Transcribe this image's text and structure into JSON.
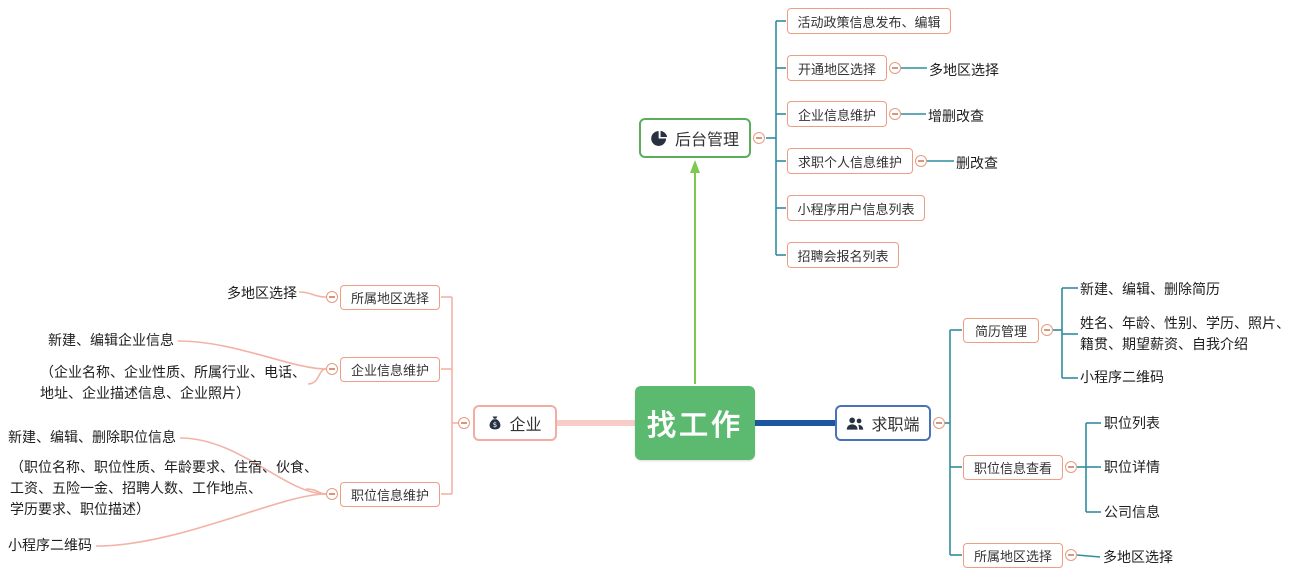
{
  "colors": {
    "root_bg": "#5cba70",
    "root_text": "#ffffff",
    "admin_border": "#5aad5a",
    "admin_arrow": "#7ec94f",
    "enterprise_border": "#f3aca2",
    "enterprise_link_thick": "#f8cdc9",
    "enterprise_link_thin": "#f2b3a7",
    "seeker_border": "#4a72b8",
    "seeker_link_thick": "#1d55a0",
    "teal_link": "#2f8ea0",
    "sub_node_border": "#ef9c82",
    "text": "#1e1e1e"
  },
  "root": {
    "label": "找工作"
  },
  "admin": {
    "label": "后台管理",
    "children": [
      {
        "label": "活动政策信息发布、编辑"
      },
      {
        "label": "开通地区选择",
        "leaf": "多地区选择"
      },
      {
        "label": "企业信息维护",
        "leaf": "增删改查"
      },
      {
        "label": "求职个人信息维护",
        "leaf": "删改查"
      },
      {
        "label": "小程序用户信息列表"
      },
      {
        "label": "招聘会报名列表"
      }
    ]
  },
  "enterprise": {
    "label": "企业",
    "children": [
      {
        "label": "所属地区选择",
        "leaves": [
          "多地区选择"
        ]
      },
      {
        "label": "企业信息维护",
        "leaves": [
          "新建、编辑企业信息",
          "（企业名称、企业性质、所属行业、电话、\n地址、企业描述信息、企业照片）"
        ]
      },
      {
        "label": "职位信息维护",
        "leaves": [
          "新建、编辑、删除职位信息",
          "（职位名称、职位性质、年龄要求、住宿、伙食、\n工资、五险一金、招聘人数、工作地点、\n学历要求、职位描述）",
          "小程序二维码"
        ]
      }
    ]
  },
  "seeker": {
    "label": "求职端",
    "children": [
      {
        "label": "简历管理",
        "leaves": [
          "新建、编辑、删除简历",
          "姓名、年龄、性别、学历、照片、\n籍贯、期望薪资、自我介绍",
          "小程序二维码"
        ]
      },
      {
        "label": "职位信息查看",
        "leaves": [
          "职位列表",
          "职位详情",
          "公司信息"
        ]
      },
      {
        "label": "所属地区选择",
        "leaves": [
          "多地区选择"
        ]
      }
    ]
  }
}
